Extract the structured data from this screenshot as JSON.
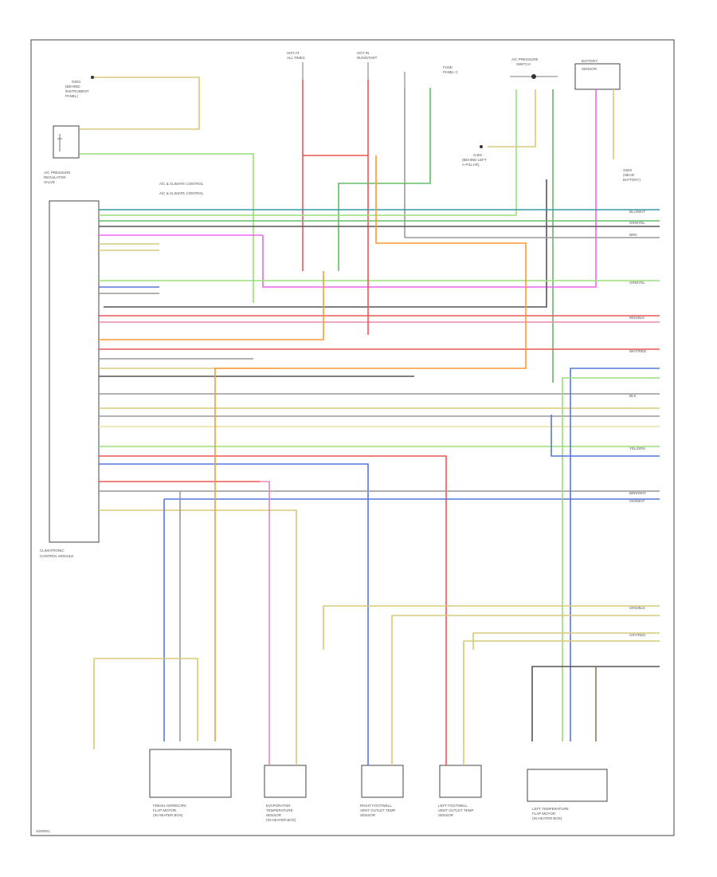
{
  "diagram": {
    "footer_code": "1000001",
    "control_module": {
      "label_lines": [
        "CLIMATRONIC",
        "CONTROL MODULE"
      ],
      "pin_count": 37
    },
    "components": [
      {
        "id": "a",
        "label_lines": [
          "A/C PRESSURE",
          "REGULATOR",
          "VALVE"
        ]
      },
      {
        "id": "b",
        "label_lines": [
          "A/C PRESSURE",
          "SWITCH"
        ]
      },
      {
        "id": "c",
        "label_lines": [
          "BATTERY",
          "SENSOR"
        ]
      },
      {
        "id": "d",
        "label_lines": [
          "FRESH AIR/RECIRC",
          "FLAP MOTOR",
          "(IN HEATER BOX)"
        ]
      },
      {
        "id": "e",
        "label_lines": [
          "EVAPORATOR",
          "TEMPERATURE",
          "SENSOR",
          "(IN HEATER BOX)"
        ]
      },
      {
        "id": "f",
        "label_lines": [
          "RIGHT FOOTWELL",
          "VENT OUTLET TEMP",
          "SENSOR"
        ]
      },
      {
        "id": "g",
        "label_lines": [
          "LEFT FOOTWELL",
          "VENT OUTLET TEMP",
          "SENSOR"
        ]
      },
      {
        "id": "h",
        "label_lines": [
          "LEFT TEMPERATURE",
          "FLAP MOTOR",
          "(IN HEATER BOX)"
        ]
      }
    ],
    "fuses": [
      {
        "id": "f1",
        "label_lines": [
          "HOT AT",
          "ALL TIMES"
        ]
      },
      {
        "id": "f2",
        "label_lines": [
          "HOT IN",
          "RUN/START"
        ]
      },
      {
        "id": "f3",
        "label_lines": [
          "FUSE",
          "PANEL C"
        ]
      }
    ],
    "grounds": [
      {
        "id": "g1",
        "label_lines": [
          "G504",
          "(BEHIND",
          "INSTRUMENT",
          "PANEL)"
        ]
      },
      {
        "id": "g2",
        "label_lines": [
          "G503",
          "(NEAR",
          "BATTERY)"
        ]
      },
      {
        "id": "g3",
        "label_lines": [
          "G402",
          "(BEHIND LEFT",
          "A-PILLAR)"
        ]
      }
    ],
    "notes": [
      "A/C & CLIMATE CONTROL",
      "A/C & CLIMATE CONTROL"
    ],
    "wire_codes": {
      "blu_wht": "BLU/WHT",
      "grn_yel": "GRN/YEL",
      "brn_wht": "BRN/WHT",
      "red_blk": "RED/BLK",
      "vio_wht": "VIO/WHT",
      "org_blk": "ORG/BLK",
      "gry_red": "GRY/RED",
      "blk": "BLK",
      "brn": "BRN",
      "yel_grn": "YEL/GRN",
      "wht_red": "WHT/RED"
    },
    "colors": {
      "blue": "#5577dd",
      "teal": "#3399aa",
      "green": "#66bb66",
      "light_green": "#99dd77",
      "yellow": "#d8c878",
      "pale_yellow": "#e8e0a0",
      "red": "#ee5555",
      "pink": "#ee88aa",
      "magenta": "#ee66ee",
      "orange": "#ff9933",
      "gray": "#999999",
      "dark_gray": "#555555",
      "violet": "#8877ee",
      "brown": "#997755"
    }
  }
}
